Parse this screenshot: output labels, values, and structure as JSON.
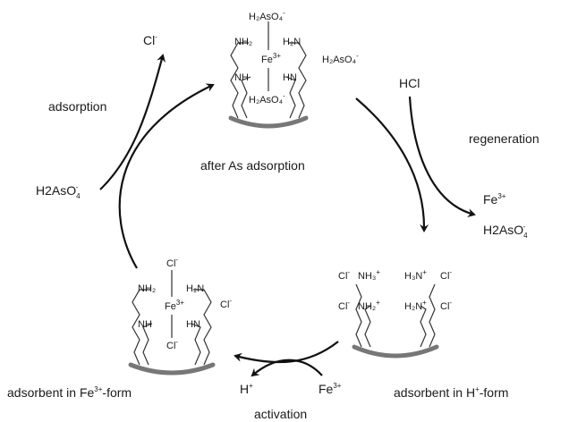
{
  "labels": {
    "adsorption": "adsorption",
    "regeneration": "regeneration",
    "activation": "activation",
    "after_as": "after As adsorption",
    "h_form": "adsorbent in H",
    "h_form_sup": "+",
    "h_form_suffix": "-form",
    "fe_form": "adsorbent in Fe",
    "fe_form_sup": "3+",
    "fe_form_suffix": "-form"
  },
  "species": {
    "cl_minus": "Cl",
    "cl_minus_sup": "-",
    "h2aso4_left": "H2AsO",
    "h2aso4_left_sub": "4",
    "h2aso4_left_sup": "-",
    "hcl": "HCl",
    "fe3_right": "Fe",
    "fe3_right_sup": "3+",
    "h2aso4_right": "H2AsO",
    "h2aso4_right_sub": "4",
    "h2aso4_right_sup": "-",
    "h_plus": "H",
    "h_plus_sup": "+",
    "fe3_bottom": "Fe",
    "fe3_bottom_sup": "3+"
  },
  "complex_top": {
    "ligand_top": "H₂AsO₄",
    "ligand_top_sup": "-",
    "ligand_right": "H₂AsO₄",
    "ligand_right_sup": "-",
    "ligand_bottom": "H₂AsO₄",
    "ligand_bottom_sup": "-",
    "nh2_left": "NH₂",
    "h2n_right": "H₂N",
    "nh_left": "NH",
    "hn_right": "HN",
    "metal": "Fe",
    "metal_sup": "3+"
  },
  "complex_bottom_left": {
    "ligand_top": "Cl",
    "ligand_top_sup": "-",
    "ligand_right": "Cl",
    "ligand_right_sup": "-",
    "ligand_bottom": "Cl",
    "ligand_bottom_sup": "-",
    "nh2_left": "NH₂",
    "h2n_right": "H₂N",
    "nh_left": "NH",
    "hn_right": "HN",
    "metal": "Fe",
    "metal_sup": "3+"
  },
  "complex_bottom_right": {
    "cl_tl": "Cl",
    "cl_tl_sup": "-",
    "nh3": "NH₃",
    "nh3_sup": "+",
    "h3n": "H₃N",
    "h3n_sup": "+",
    "cl_tr": "Cl",
    "cl_tr_sup": "-",
    "cl_bl": "Cl",
    "cl_bl_sup": "-",
    "nh2": "NH₂",
    "nh2_sup": "+",
    "h2n": "H₂N",
    "h2n_sup": "+",
    "cl_br": "Cl",
    "cl_br_sup": "-"
  }
}
